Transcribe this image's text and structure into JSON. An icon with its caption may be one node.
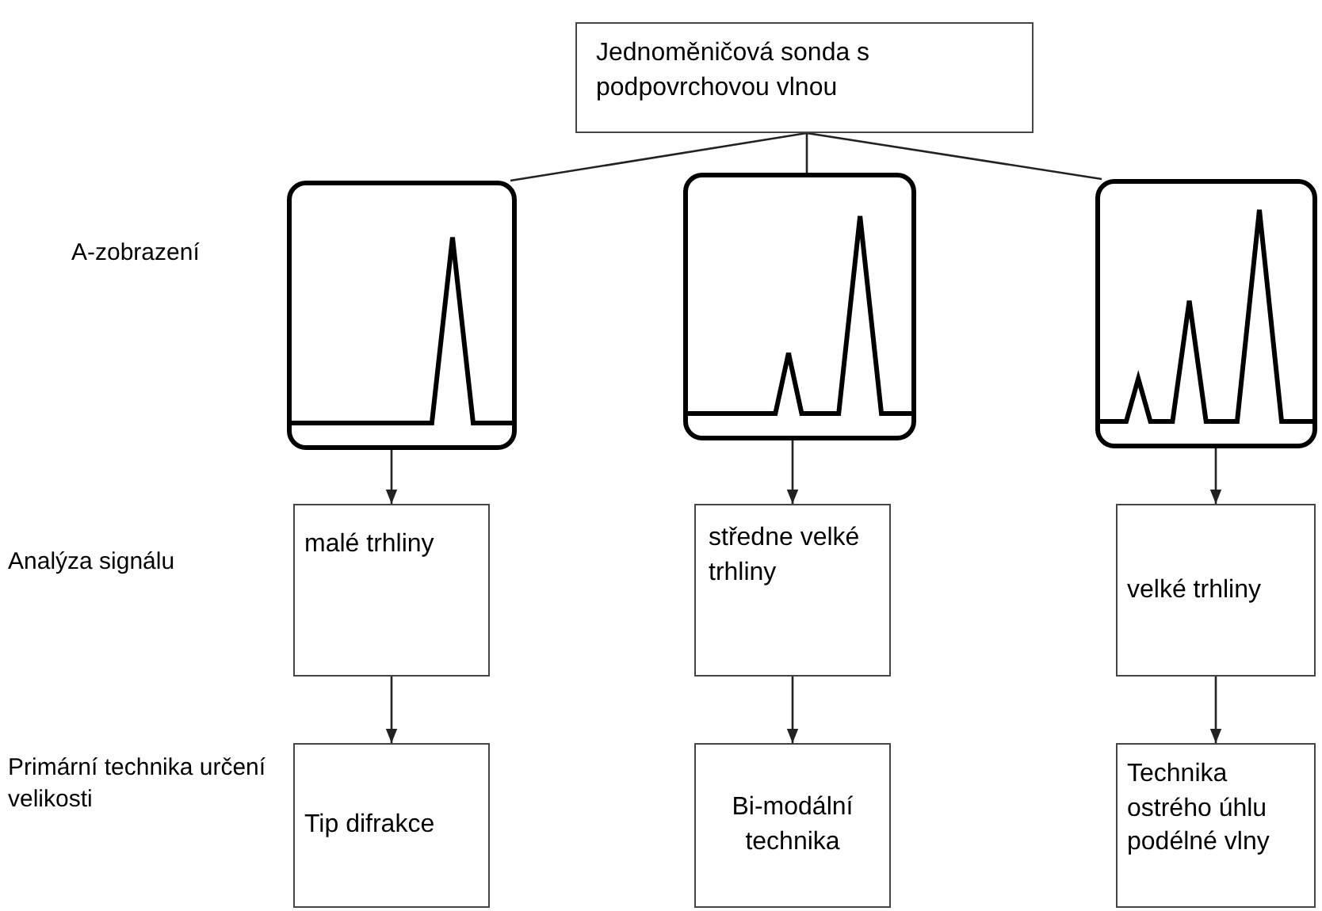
{
  "diagram": {
    "nodes": [
      {
        "text": [
          "Jednoměničová sonda s podpovrchovou vlnou"
        ]
      },
      {
        "text": [],
        "shape": "picture"
      },
      {
        "text": [],
        "shape": "picture"
      },
      {
        "text": [],
        "shape": "picture"
      },
      {
        "text": [
          "malé trhliny"
        ]
      },
      {
        "text": [
          "středne velké trhliny"
        ]
      },
      {
        "text": [
          "velké trhliny"
        ]
      },
      {
        "text": [
          "Tip difrakce"
        ]
      },
      {
        "text": [
          "Bi-modální technika"
        ]
      },
      {
        "text": [
          "Technika ostrého úhlu podélné vlny"
        ]
      }
    ],
    "edges": [
      {
        "from": 0,
        "to": 1,
        "arrow": "none"
      },
      {
        "from": 0,
        "to": 2,
        "arrow": "none"
      },
      {
        "from": 0,
        "to": 3,
        "arrow": "none"
      },
      {
        "from": 1,
        "to": 4,
        "arrow": "to"
      },
      {
        "from": 2,
        "to": 5,
        "arrow": "to"
      },
      {
        "from": 3,
        "to": 6,
        "arrow": "to"
      },
      {
        "from": 4,
        "to": 7,
        "arrow": "to"
      },
      {
        "from": 5,
        "to": 8,
        "arrow": "to"
      },
      {
        "from": 6,
        "to": 9,
        "arrow": "to"
      }
    ],
    "labels": [
      "A-zobrazení",
      "Analýza signálu",
      "Primární technika určení velikosti"
    ]
  }
}
